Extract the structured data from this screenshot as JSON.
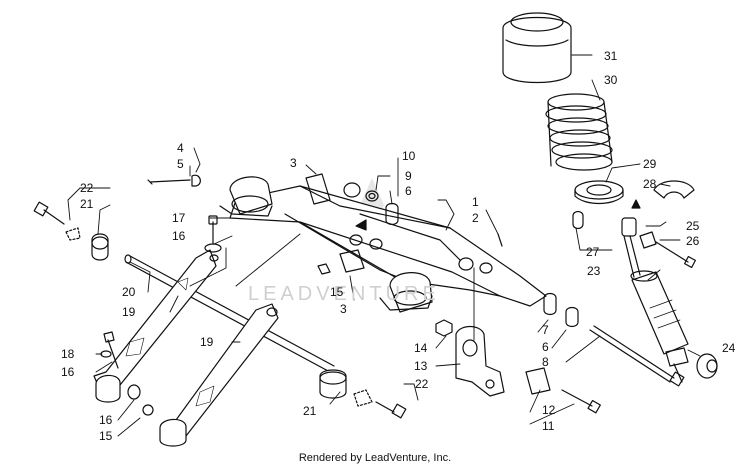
{
  "diagram": {
    "callouts": [
      "1",
      "2",
      "3",
      "3",
      "4",
      "5",
      "6",
      "6",
      "7",
      "8",
      "9",
      "10",
      "11",
      "12",
      "13",
      "14",
      "15",
      "15",
      "16",
      "16",
      "16",
      "17",
      "18",
      "19",
      "19",
      "20",
      "21",
      "21",
      "22",
      "22",
      "23",
      "24",
      "25",
      "26",
      "27",
      "28",
      "29",
      "30",
      "31"
    ],
    "watermark": "LEADVENTURE"
  },
  "footer": {
    "text": "Rendered by LeadVenture, Inc."
  }
}
